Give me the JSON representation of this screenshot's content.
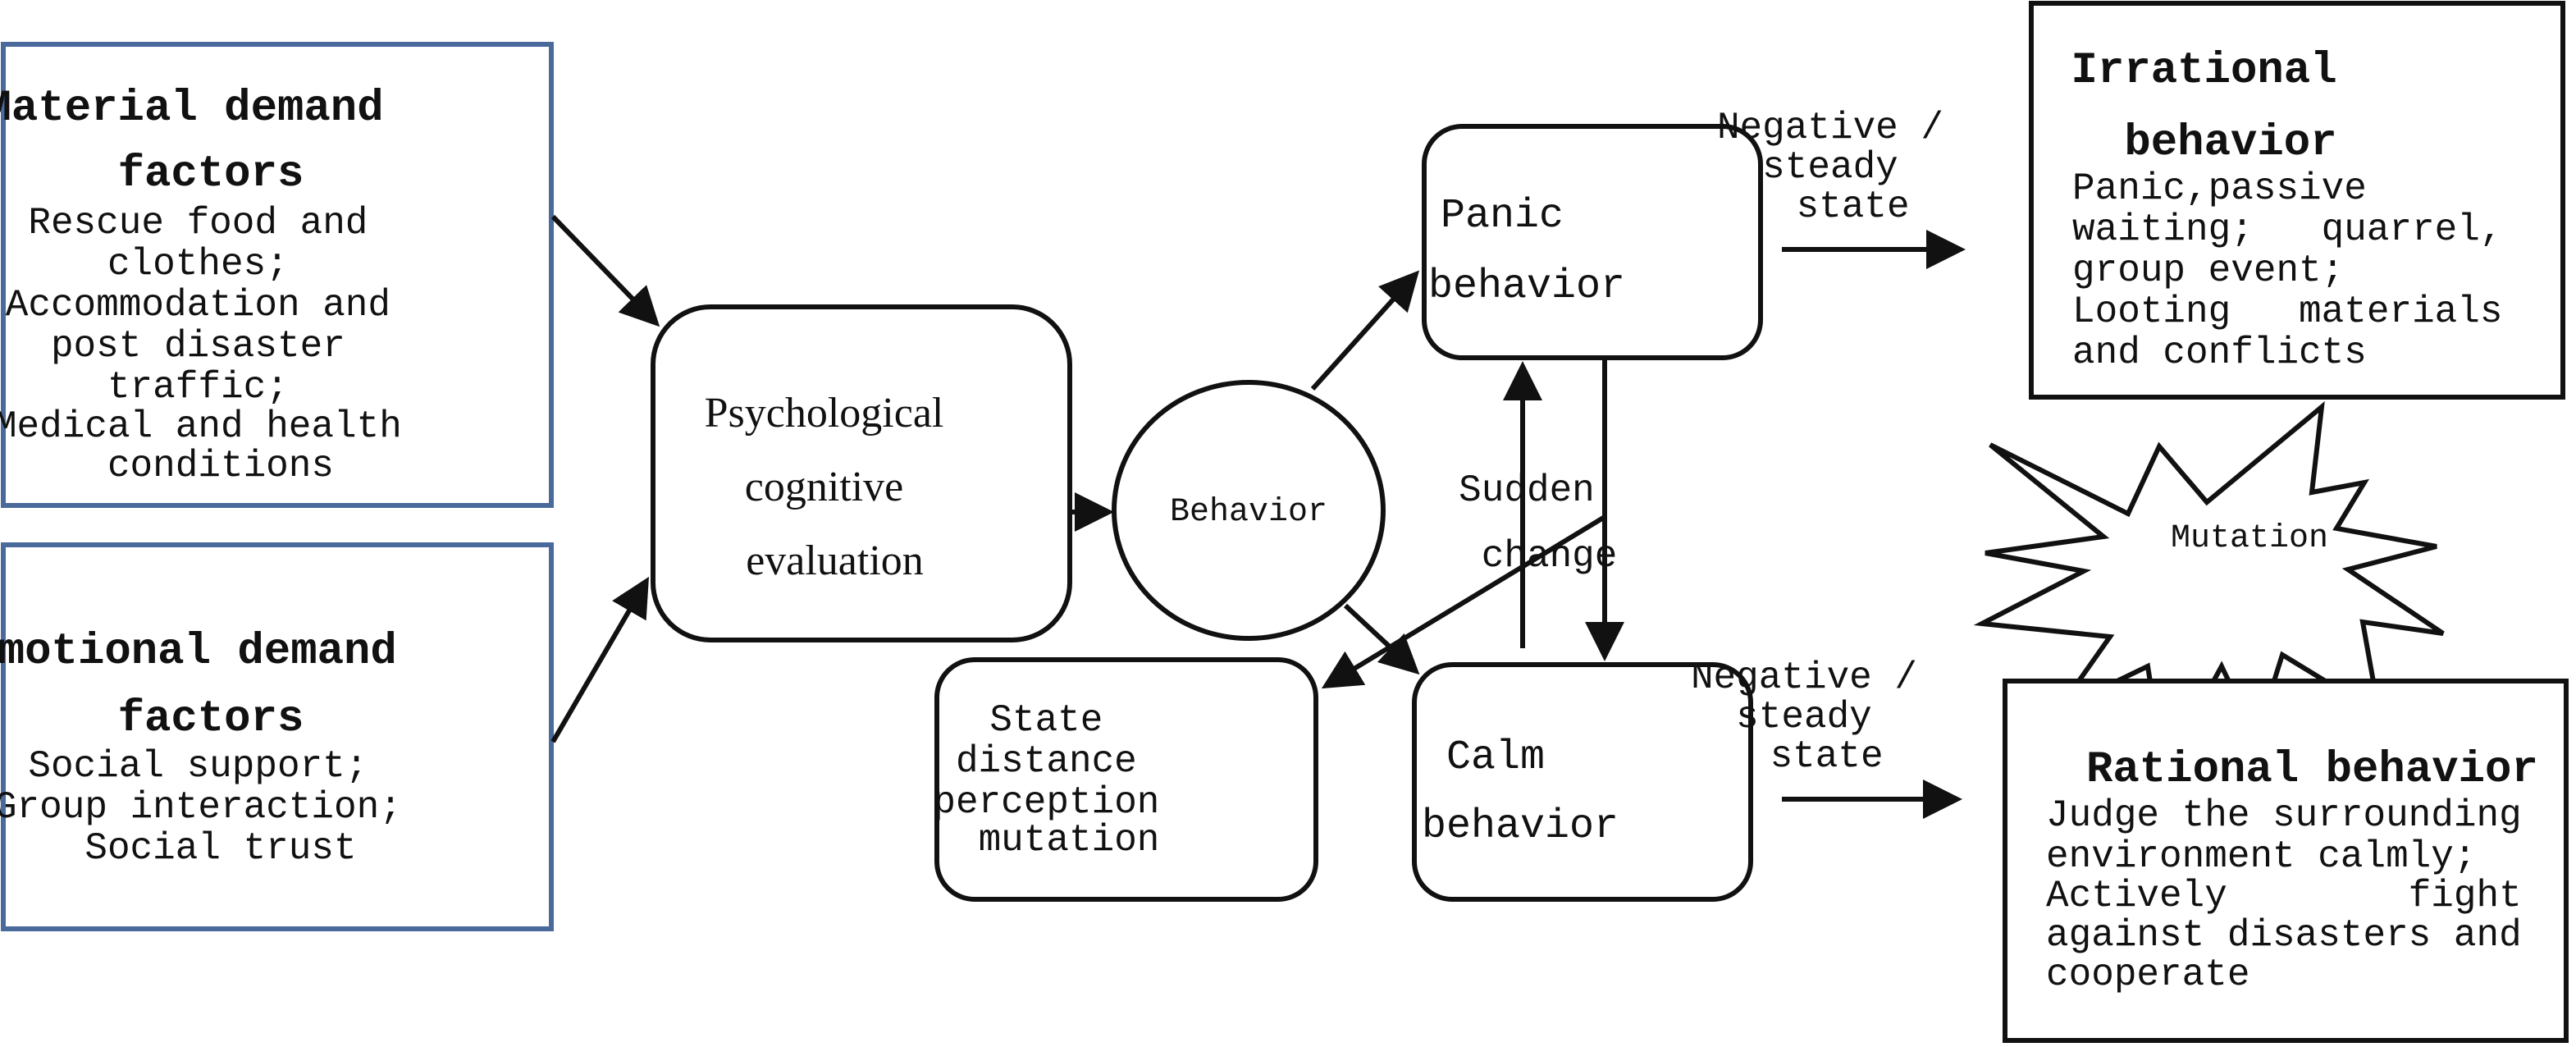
{
  "colors": {
    "factor_box_border": "#4a6a9c",
    "line": "#111111"
  },
  "material": {
    "title": [
      "Material demand",
      "factors"
    ],
    "lines": [
      "Rescue food and",
      "clothes;",
      "Accommodation and",
      "post disaster",
      "traffic;",
      "Medical and health",
      "conditions"
    ]
  },
  "emotional": {
    "title": [
      "Emotional demand",
      "factors"
    ],
    "lines": [
      "Social support;",
      "Group interaction;",
      "Social trust"
    ]
  },
  "psych": {
    "lines": [
      "Psychological",
      "cognitive",
      "evaluation"
    ]
  },
  "behavior": {
    "label": "Behavior"
  },
  "panic": {
    "lines": [
      "Panic",
      "behavior"
    ]
  },
  "calm": {
    "lines": [
      "Calm",
      "behavior"
    ]
  },
  "state": {
    "lines": [
      "State",
      "distance",
      "perception",
      "mutation"
    ]
  },
  "sudden": {
    "lines": [
      "Sudden",
      "change"
    ]
  },
  "edge_upper": {
    "lines": [
      "Negative /",
      "steady",
      "state"
    ]
  },
  "edge_lower": {
    "lines": [
      "Negative /",
      "steady",
      "state"
    ]
  },
  "irrational": {
    "title": [
      "Irrational",
      "behavior"
    ],
    "lines": [
      "Panic,passive",
      "waiting;   quarrel,",
      "group event;",
      "Looting   materials",
      "and conflicts"
    ]
  },
  "mutation": {
    "label": "Mutation"
  },
  "rational": {
    "title": [
      "Rational behavior"
    ],
    "lines": [
      "Judge the surrounding",
      "environment calmly;",
      "Actively        fight",
      "against disasters and",
      "cooperate"
    ]
  }
}
